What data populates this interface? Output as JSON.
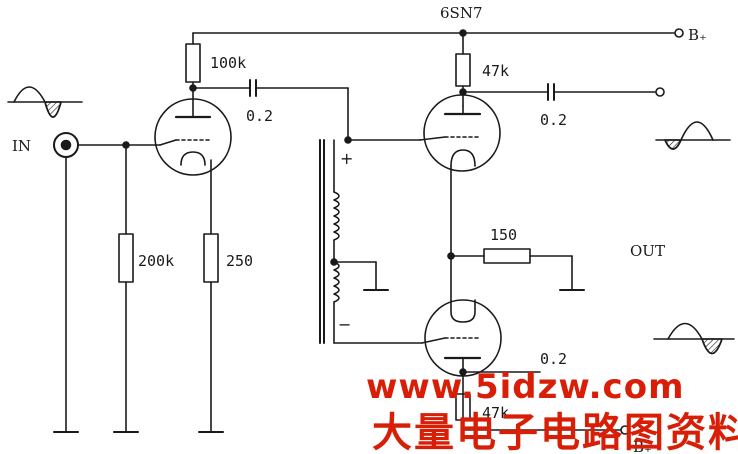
{
  "labels": {
    "tube": "6SN7",
    "b_plus": "B₊",
    "b_minus": "B₊",
    "input": "IN",
    "output": "OUT",
    "r_plate1": "100k",
    "c_couple1": "0.2",
    "r_grid1": "200k",
    "r_cathode1": "250",
    "r_plate_top": "47k",
    "c_out_top": "0.2",
    "r_mid": "150",
    "c_out_bottom": "0.2",
    "r_plate_bottom": "47k",
    "plus": "+",
    "minus": "−"
  },
  "watermark": {
    "url": "www.5idzw.com",
    "cn": "大量电子电路图资料"
  },
  "colors": {
    "ink": "#1a1a1a",
    "watermark": "#d81e06"
  }
}
